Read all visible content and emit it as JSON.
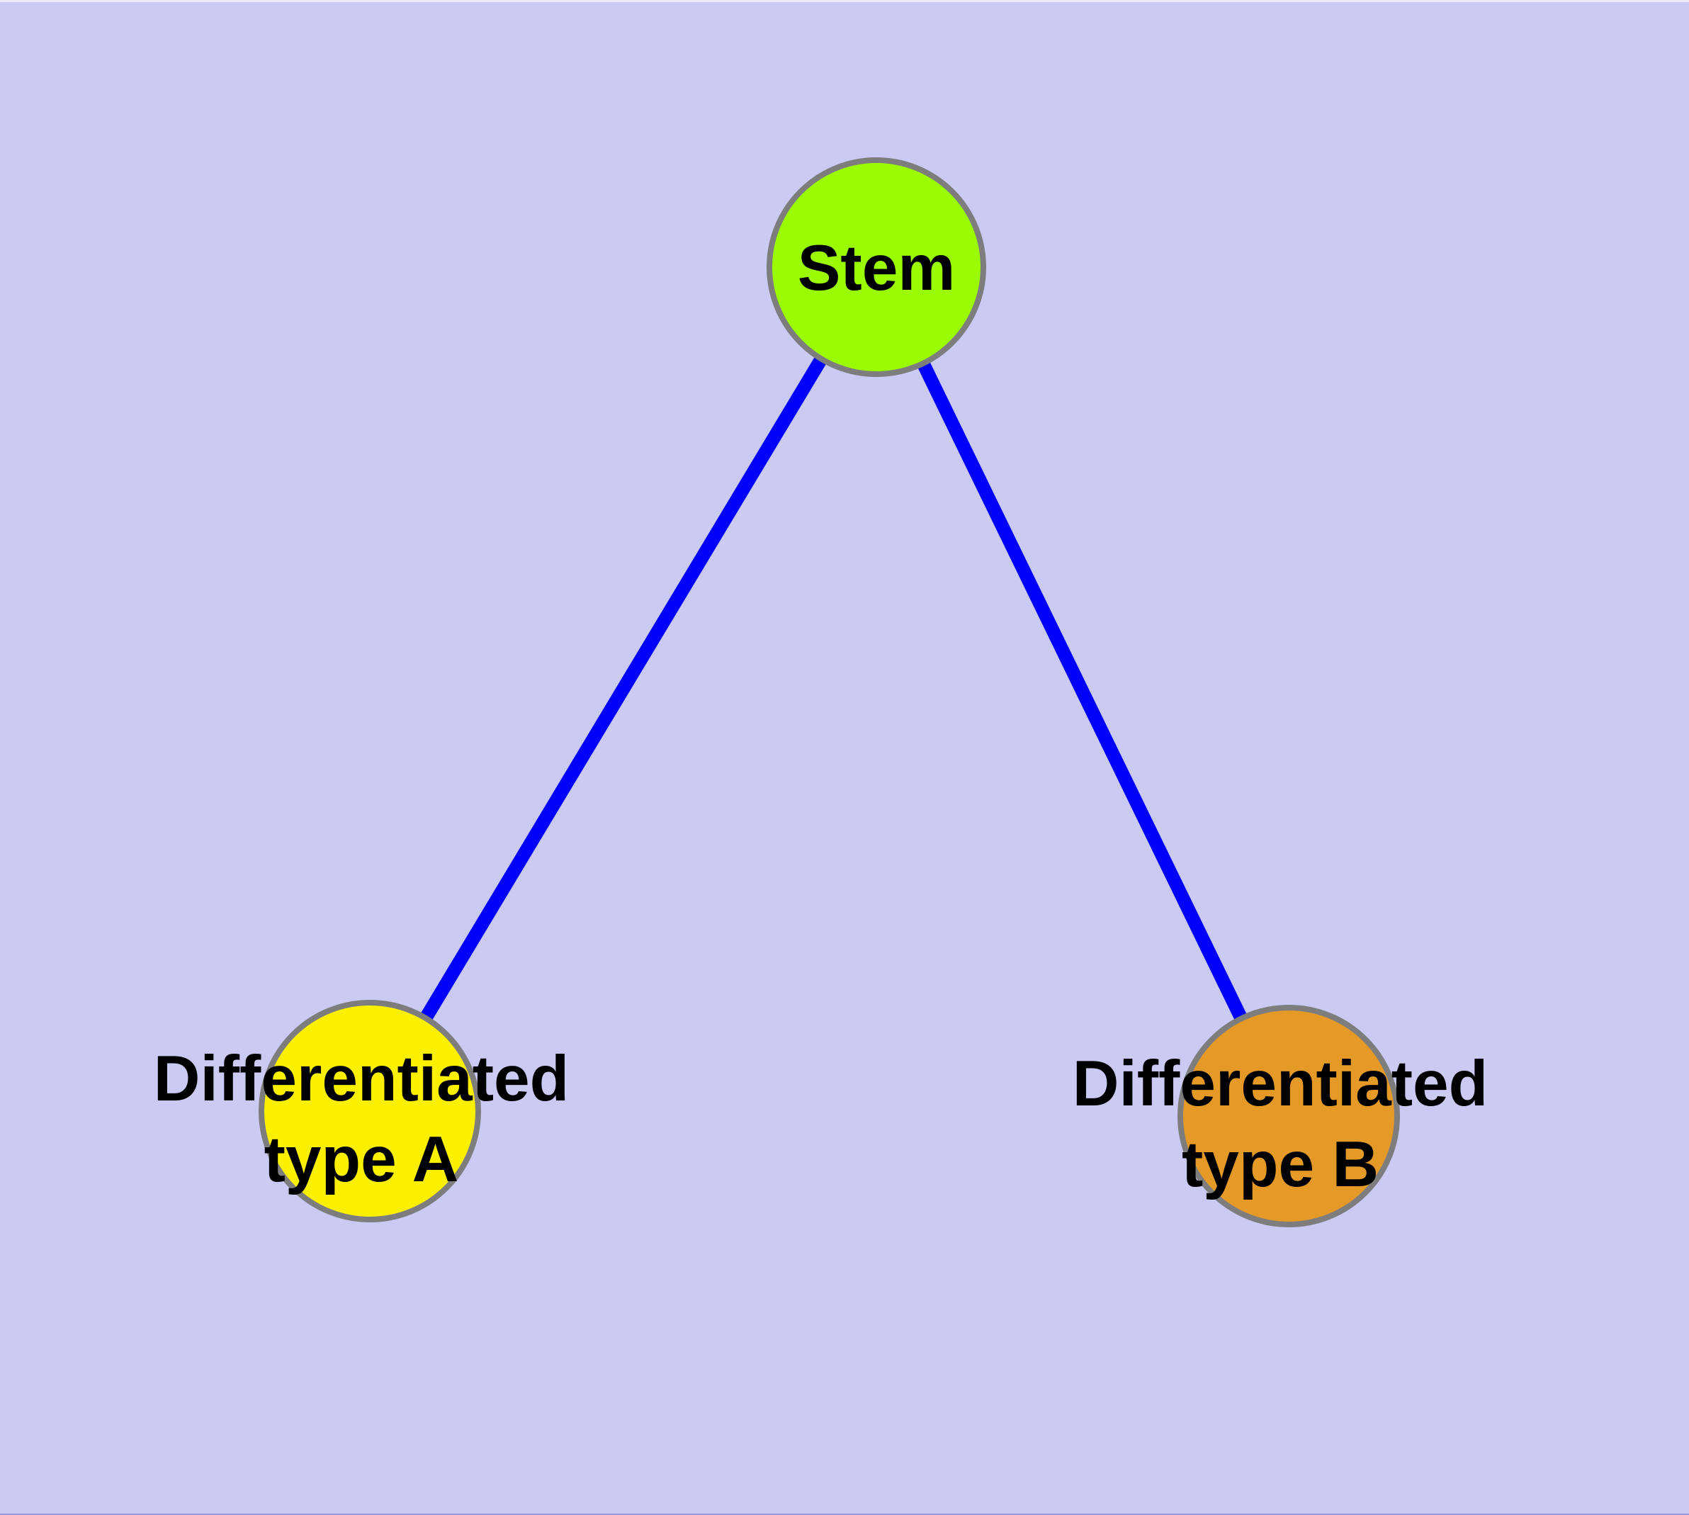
{
  "diagram": {
    "background": "#cacaf3",
    "edge_color": "#0101fa",
    "node_border_color": "#7d7d7d",
    "label_color": "#000000",
    "nodes": [
      {
        "id": "stem",
        "label": "Stem",
        "fill": "#9afb03"
      },
      {
        "id": "differentiated-type-a",
        "label_line1": "Differentiated",
        "label_line2": "type A",
        "fill": "#fbf000"
      },
      {
        "id": "differentiated-type-b",
        "label_line1": "Differentiated",
        "label_line2": "type B",
        "fill": "#e59a28"
      }
    ],
    "edges": [
      {
        "from": "Stem",
        "to": "Differentiated type A"
      },
      {
        "from": "Stem",
        "to": "Differentiated type B"
      }
    ]
  }
}
